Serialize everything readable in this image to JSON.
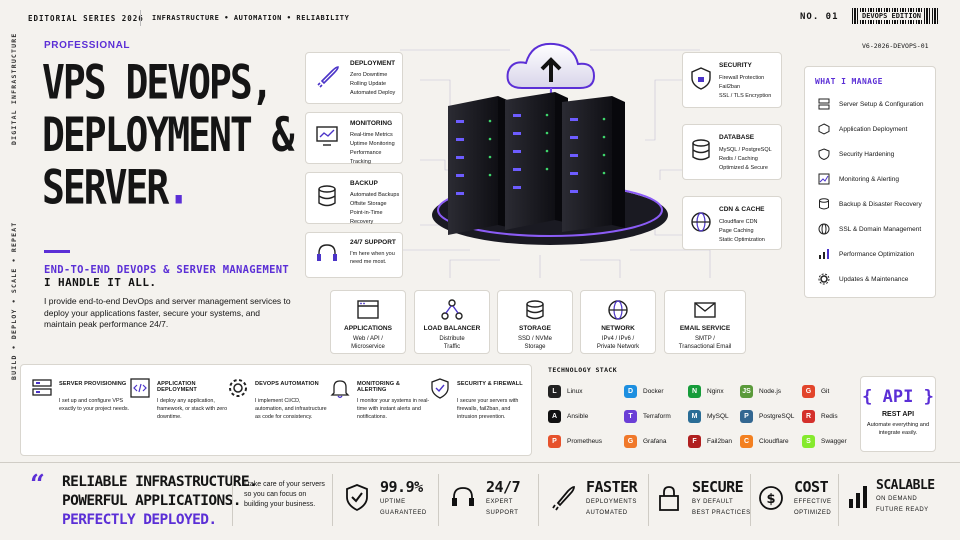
{
  "top": {
    "edition": "EDITORIAL SERIES 2026",
    "tags": "INFRASTRUCTURE • AUTOMATION • RELIABILITY",
    "issue": "NO. 01",
    "barcode_label": "DEVOPS EDITION",
    "barcode_code": "V6-2026-DEVOPS-01"
  },
  "side_text": [
    "DIGITAL INFRASTRUCTURE",
    "BUILD • DEPLOY • SCALE • REPEAT"
  ],
  "hero": {
    "kicker": "PROFESSIONAL",
    "title_lines": [
      "VPS DEVOPS,",
      "DEPLOYMENT &",
      "SERVER"
    ],
    "title_dot": ".",
    "subtitle": "END-TO-END DEVOPS & SERVER MANAGEMENT",
    "tagline": "I HANDLE IT ALL.",
    "description": "I provide end-to-end DevOps and server management services to deploy your applications faster, secure your systems, and maintain peak performance 24/7."
  },
  "left_cards": [
    {
      "title": "DEPLOYMENT",
      "icon": "rocket-icon",
      "items": [
        "Zero Downtime",
        "Rolling Update",
        "Automated Deploy"
      ]
    },
    {
      "title": "MONITORING",
      "icon": "monitor-chart-icon",
      "items": [
        "Real-time Metrics",
        "Uptime Monitoring",
        "Performance Tracking"
      ]
    },
    {
      "title": "BACKUP",
      "icon": "database-icon",
      "items": [
        "Automated Backups",
        "Offsite Storage",
        "Point-in-Time Recovery"
      ]
    },
    {
      "title": "24/7 SUPPORT",
      "icon": "headset-icon",
      "text": "I'm here when you need me most."
    }
  ],
  "right_cards": [
    {
      "title": "SECURITY",
      "icon": "shield-icon",
      "items": [
        "Firewall Protection",
        "Fail2ban",
        "SSL / TLS Encryption"
      ]
    },
    {
      "title": "DATABASE",
      "icon": "database-icon",
      "items": [
        "MySQL / PostgreSQL",
        "Redis / Caching",
        "Optimized & Secure"
      ]
    },
    {
      "title": "CDN & CACHE",
      "icon": "globe-icon",
      "items": [
        "Cloudflare CDN",
        "Page Caching",
        "Static Optimization"
      ]
    }
  ],
  "bottom_cards": [
    {
      "title": "APPLICATIONS",
      "icon": "browser-icon",
      "lines": [
        "Web / API /",
        "Microservice"
      ]
    },
    {
      "title": "LOAD BALANCER",
      "icon": "network-icon",
      "lines": [
        "Distribute",
        "Traffic"
      ]
    },
    {
      "title": "STORAGE",
      "icon": "database-icon",
      "lines": [
        "SSD / NVMe",
        "Storage"
      ]
    },
    {
      "title": "NETWORK",
      "icon": "globe-icon",
      "lines": [
        "IPv4 / IPv6 /",
        "Private Network"
      ]
    },
    {
      "title": "EMAIL SERVICE",
      "icon": "mail-icon",
      "lines": [
        "SMTP /",
        "Transactional Email"
      ]
    }
  ],
  "manage": {
    "title": "WHAT I MANAGE",
    "items": [
      {
        "label": "Server Setup & Configuration",
        "icon": "server-icon"
      },
      {
        "label": "Application Deployment",
        "icon": "box-icon"
      },
      {
        "label": "Security Hardening",
        "icon": "shield-icon"
      },
      {
        "label": "Monitoring & Alerting",
        "icon": "chart-icon"
      },
      {
        "label": "Backup & Disaster Recovery",
        "icon": "database-icon"
      },
      {
        "label": "SSL & Domain Management",
        "icon": "globe-icon"
      },
      {
        "label": "Performance Optimization",
        "icon": "bars-icon"
      },
      {
        "label": "Updates & Maintenance",
        "icon": "gear-icon"
      }
    ]
  },
  "services": [
    {
      "title": "SERVER PROVISIONING",
      "icon": "server-icon",
      "text": "I set up and configure VPS exactly to your project needs."
    },
    {
      "title": "APPLICATION DEPLOYMENT",
      "icon": "code-icon",
      "text": "I deploy any application, framework, or stack with zero downtime."
    },
    {
      "title": "DEVOPS AUTOMATION",
      "icon": "gear-icon",
      "text": "I implement CI/CD, automation, and infrastructure as code for consistency."
    },
    {
      "title": "MONITORING & ALERTING",
      "icon": "bell-icon",
      "text": "I monitor your systems in real-time with instant alerts and notifications."
    },
    {
      "title": "SECURITY & FIREWALL",
      "icon": "shield-check-icon",
      "text": "I secure your servers with firewalls, fail2ban, and intrusion prevention."
    }
  ],
  "tech": {
    "title": "TECHNOLOGY STACK",
    "items": [
      {
        "name": "Linux",
        "color": "#222222",
        "glyph": "L"
      },
      {
        "name": "Docker",
        "color": "#1d8fe0",
        "glyph": "D"
      },
      {
        "name": "Nginx",
        "color": "#169c3a",
        "glyph": "N"
      },
      {
        "name": "Node.js",
        "color": "#5a9a3a",
        "glyph": "JS"
      },
      {
        "name": "Git",
        "color": "#e2452b",
        "glyph": "G"
      },
      {
        "name": "Ansible",
        "color": "#111111",
        "glyph": "A"
      },
      {
        "name": "Terraform",
        "color": "#6b3fd6",
        "glyph": "T"
      },
      {
        "name": "MySQL",
        "color": "#2a6d96",
        "glyph": "M"
      },
      {
        "name": "PostgreSQL",
        "color": "#336791",
        "glyph": "P"
      },
      {
        "name": "Redis",
        "color": "#d4302b",
        "glyph": "R"
      },
      {
        "name": "Prometheus",
        "color": "#e6522c",
        "glyph": "P"
      },
      {
        "name": "Grafana",
        "color": "#f0782a",
        "glyph": "G"
      },
      {
        "name": "Fail2ban",
        "color": "#b02020",
        "glyph": "F"
      },
      {
        "name": "Cloudflare",
        "color": "#f38020",
        "glyph": "C"
      },
      {
        "name": "Swagger",
        "color": "#85ea2d",
        "glyph": "S"
      }
    ]
  },
  "api": {
    "big": "{ API }",
    "title": "REST API",
    "text": "Automate everything and integrate easily."
  },
  "footer": {
    "lines": [
      "RELIABLE INFRASTRUCTURE.",
      "POWERFUL APPLICATIONS.",
      "PERFECTLY DEPLOYED."
    ],
    "small": "I take care of your servers so you can focus on building your business.",
    "stats": [
      {
        "big": "99.9%",
        "s1": "UPTIME",
        "s2": "GUARANTEED",
        "icon": "shield-check-icon"
      },
      {
        "big": "24/7",
        "s1": "EXPERT",
        "s2": "SUPPORT",
        "icon": "headset-icon"
      },
      {
        "big": "FASTER",
        "s1": "DEPLOYMENTS",
        "s2": "AUTOMATED",
        "icon": "rocket-icon"
      },
      {
        "big": "SECURE",
        "s1": "BY DEFAULT",
        "s2": "BEST PRACTICES",
        "icon": "lock-icon"
      },
      {
        "big": "COST",
        "s1": "EFFECTIVE",
        "s2": "OPTIMIZED",
        "icon": "dollar-icon"
      },
      {
        "big": "SCALABLE",
        "s1": "ON DEMAND",
        "s2": "FUTURE READY",
        "icon": "bars-icon"
      }
    ]
  }
}
